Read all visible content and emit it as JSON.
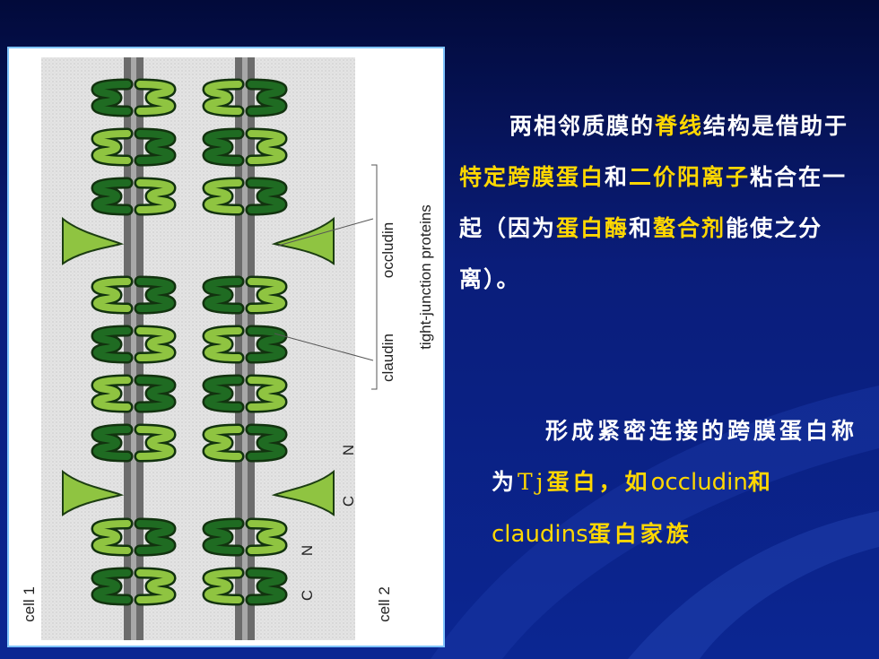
{
  "figure": {
    "labels": {
      "occludin": "occludin",
      "claudin": "claudin",
      "tight_junction_proteins": "tight-junction proteins",
      "cell1": "cell 1",
      "cell2": "cell 2",
      "n_top": "N",
      "c_top": "C",
      "n_bottom": "N",
      "c_bottom": "C"
    }
  },
  "text": {
    "p1_a": "两相邻质膜的",
    "p1_b": "脊线",
    "p1_c": "结构是借助于",
    "p1_d": "特定跨膜蛋白",
    "p1_e": "和",
    "p1_f": "二价阳离子",
    "p1_g": "粘合在一起（因为",
    "p1_h": "蛋白酶",
    "p1_i": "和",
    "p1_j": "螯合剂",
    "p1_k": "能使之分离）。",
    "p2_a": "形成紧密连接的跨膜蛋白称为",
    "p2_b": "Tj",
    "p2_c": "蛋白，如",
    "p2_d": "occludin",
    "p2_e": "和",
    "p2_f": "claudins",
    "p2_g": "蛋白家族"
  },
  "colors": {
    "dark_green": "#1f6b22",
    "light_green": "#8fc441",
    "highlight": "#ffd700",
    "frame": "#7fc4ff"
  }
}
